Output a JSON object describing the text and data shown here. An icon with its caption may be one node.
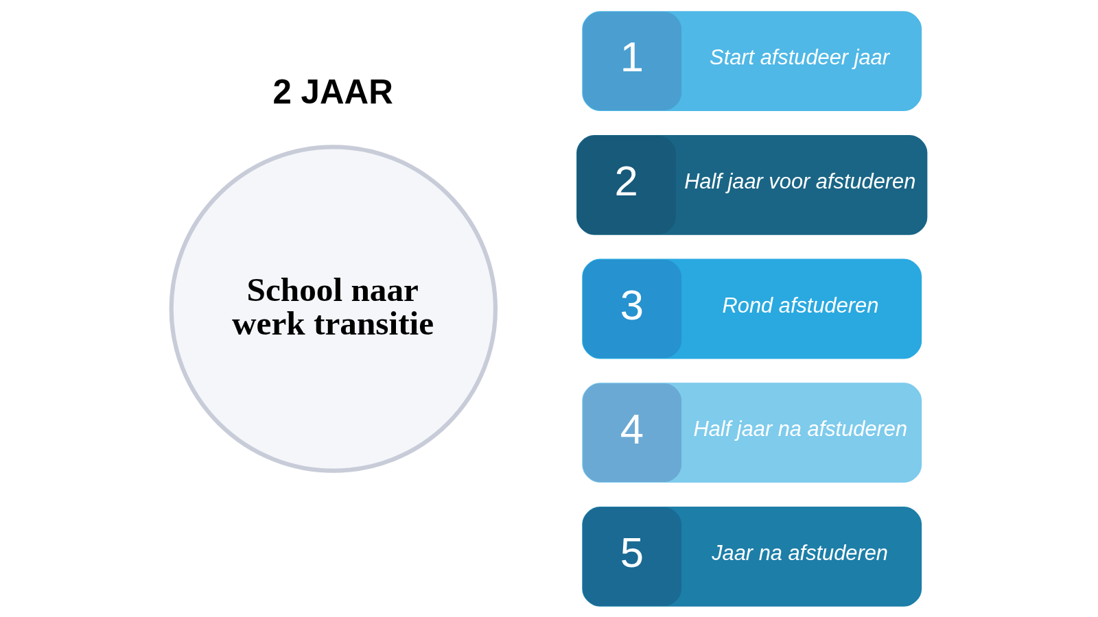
{
  "diagram": {
    "nodes": [
      {
        "text": [
          "School naar werk transitie"
        ]
      },
      {
        "text": [
          "1",
          "Start afstudeer jaar"
        ]
      },
      {
        "text": [
          "2",
          "Half jaar voor afstuderen"
        ]
      },
      {
        "text": [
          "3",
          "Rond afstuderen"
        ]
      },
      {
        "text": [
          "4",
          "Half jaar na afstuderen"
        ]
      },
      {
        "text": [
          "5",
          "Jaar na afstuderen"
        ]
      }
    ],
    "labels": [
      "2 JAAR"
    ]
  }
}
